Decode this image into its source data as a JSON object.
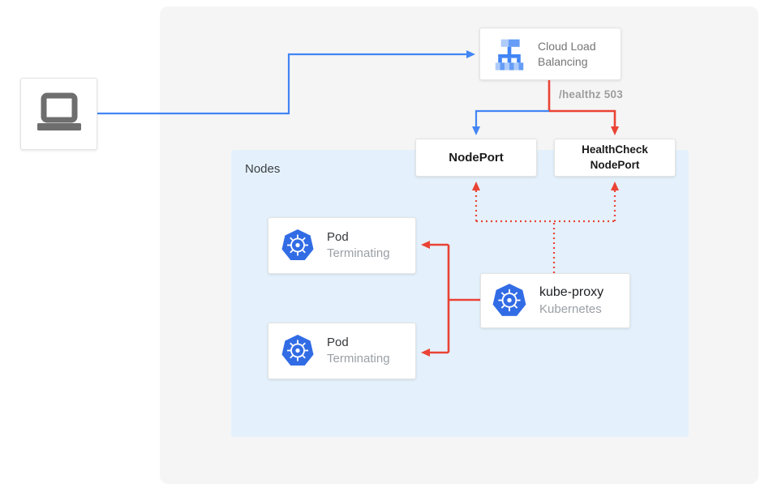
{
  "diagram": {
    "client": {
      "icon": "laptop-icon"
    },
    "cloud_load_balancing": {
      "icon": "cloud-load-balancing-icon",
      "line1": "Cloud Load",
      "line2": "Balancing"
    },
    "healthz_label": "/healthz 503",
    "nodes_group": {
      "label": "Nodes"
    },
    "nodeport": {
      "label": "NodePort"
    },
    "healthcheck_nodeport": {
      "line1": "HealthCheck",
      "line2": "NodePort"
    },
    "pods": [
      {
        "icon": "kubernetes-icon",
        "title": "Pod",
        "status": "Terminating"
      },
      {
        "icon": "kubernetes-icon",
        "title": "Pod",
        "status": "Terminating"
      }
    ],
    "kube_proxy": {
      "icon": "kubernetes-icon",
      "title": "kube-proxy",
      "subtitle": "Kubernetes"
    },
    "colors": {
      "line_blue": "#4285F4",
      "line_red": "#EA4335",
      "nodes_background": "#E4F1FC",
      "panel_background": "#F5F5F5",
      "kubernetes_blue": "#326CE5",
      "icon_blue_light": "#AECBFA",
      "icon_blue_medium": "#669DF6",
      "laptop_gray": "#6E6E6E",
      "text_gray": "#757575",
      "text_muted": "#9AA0A6",
      "text_dark": "#202124"
    }
  }
}
